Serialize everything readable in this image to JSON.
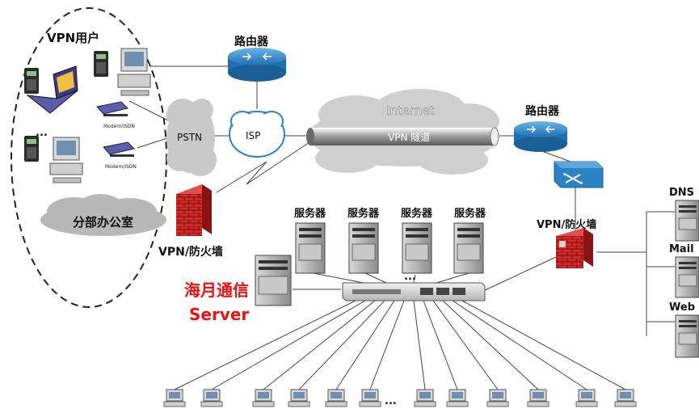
{
  "labels": {
    "vpn_users": "VPN用户",
    "router_left": "路由器",
    "router_right": "路由器",
    "pstn": "PSTN",
    "isp": "ISP",
    "internet": "Internet",
    "vpn_tunnel": "VPN 隧道",
    "modem_isdn_1": "Modem/ISDN",
    "modem_isdn_2": "Modem/ISDN",
    "ellipsis_users": "...",
    "branch_office": "分部办公室",
    "vpn_firewall_left": "VPN/防火墙",
    "vpn_firewall_right": "VPN/防火墙",
    "server_1": "服务器",
    "server_2": "服务器",
    "server_3": "服务器",
    "server_4": "服务器",
    "ellipsis_servers": "...",
    "haiyue_line1": "海月通信",
    "haiyue_line2": "Server",
    "dns": "DNS",
    "mail": "Mail",
    "web": "Web",
    "ellipsis_clients": "..."
  },
  "colors": {
    "router": "#2b83c5",
    "firewall": "#cc2222",
    "highlight_text": "#ee1111",
    "cloud": "#c9c9c9"
  },
  "icons": [
    "router-icon",
    "cloud-icon",
    "firewall-icon",
    "server-icon",
    "switch-icon",
    "pc-icon",
    "laptop-icon",
    "modem-icon",
    "phone-icon"
  ]
}
